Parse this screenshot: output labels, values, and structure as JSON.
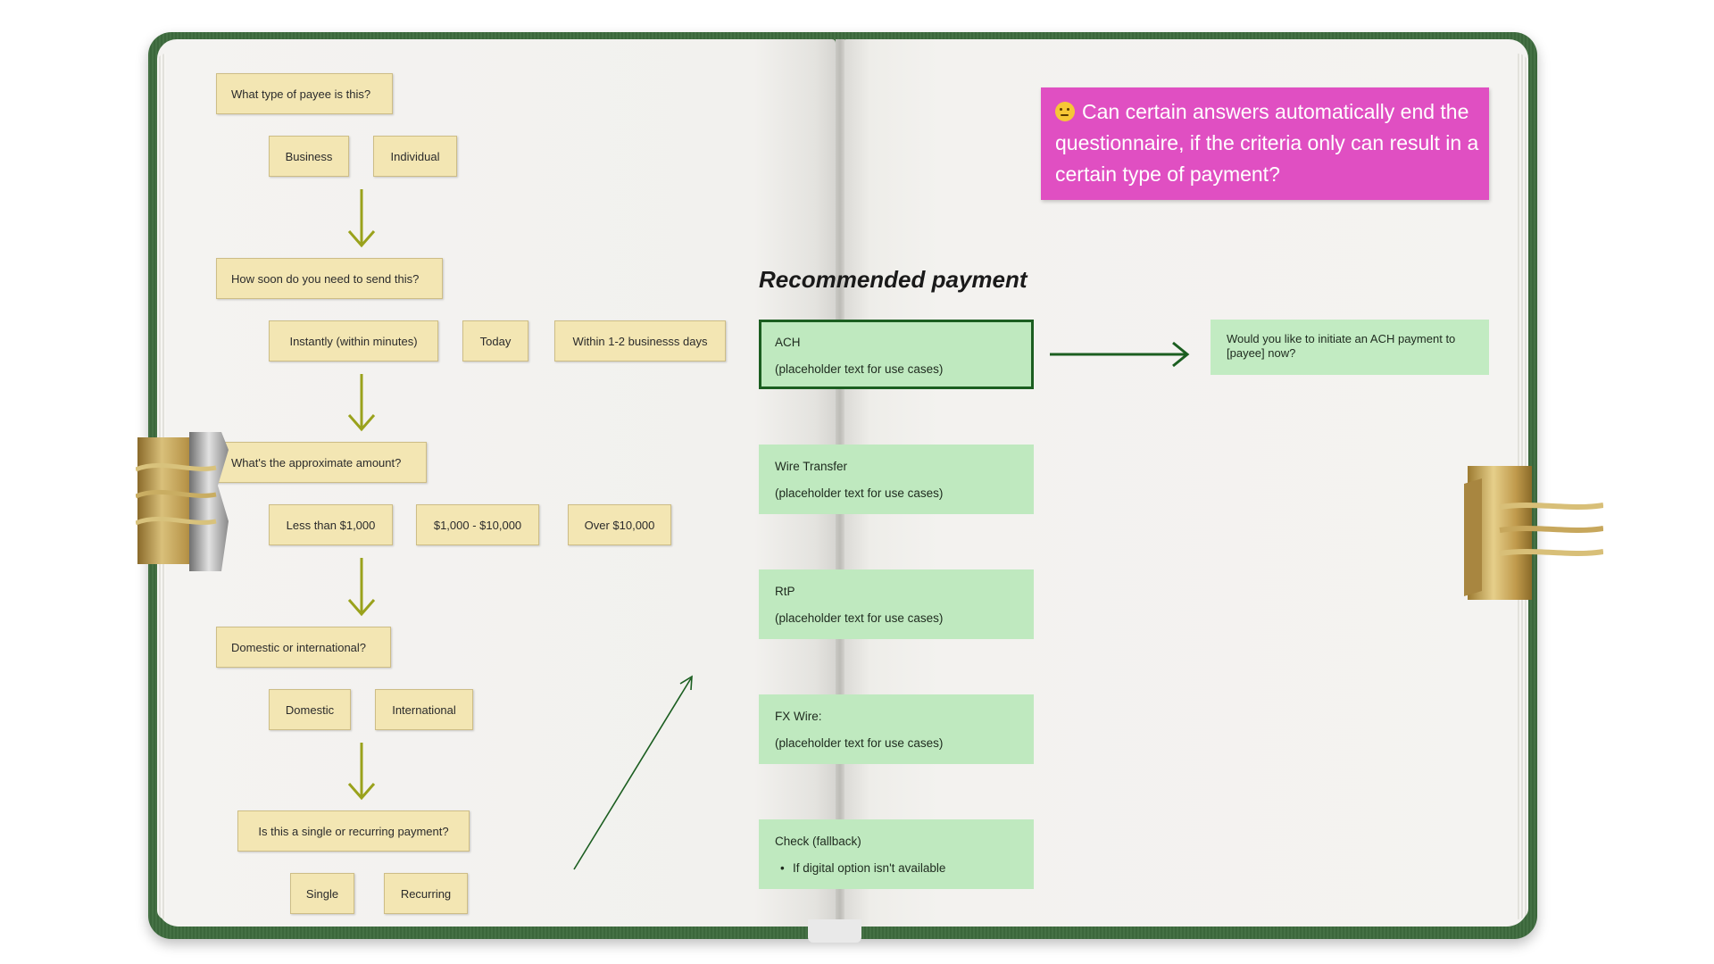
{
  "flow": {
    "q1": "What type of payee is this?",
    "q1_options": [
      "Business",
      "Individual"
    ],
    "q2": "How soon do you need to send this?",
    "q2_options": [
      "Instantly (within minutes)",
      "Today",
      "Within 1-2 businesss days"
    ],
    "q3": "What's the approximate amount?",
    "q3_options": [
      "Less than $1,000",
      "$1,000 - $10,000",
      "Over $10,000"
    ],
    "q4": "Domestic or international?",
    "q4_options": [
      "Domestic",
      "International"
    ],
    "q5": "Is this a single or recurring payment?",
    "q5_options": [
      "Single",
      "Recurring"
    ]
  },
  "recommended": {
    "heading": "Recommended payment",
    "options": [
      {
        "title": "ACH",
        "detail": "(placeholder text for use cases)",
        "selected": true
      },
      {
        "title": "Wire Transfer",
        "detail": "(placeholder text for use cases)",
        "selected": false
      },
      {
        "title": "RtP",
        "detail": "(placeholder text for use cases)",
        "selected": false
      },
      {
        "title": "FX Wire:",
        "detail": "(placeholder text for use cases)",
        "selected": false
      },
      {
        "title": "Check (fallback)",
        "detail": "If digital option isn't available",
        "selected": false
      }
    ]
  },
  "confirm_prompt": "Would you like to initiate an ACH payment to [payee] now?",
  "question_note": "Can certain answers automatically end the questionnaire, if the criteria only can result in a certain type of payment?",
  "colors": {
    "sticky_note": "#f3e6b3",
    "card_green": "#bfe9bf",
    "selected_border": "#1b5e20",
    "flow_arrow": "#9aa21c",
    "question_pink": "#e04fc2",
    "cover_green": "#3d6b3d"
  },
  "icons": {
    "question_emoji": "thinking-face-icon",
    "binder_clip": "binder-clip-icon"
  }
}
